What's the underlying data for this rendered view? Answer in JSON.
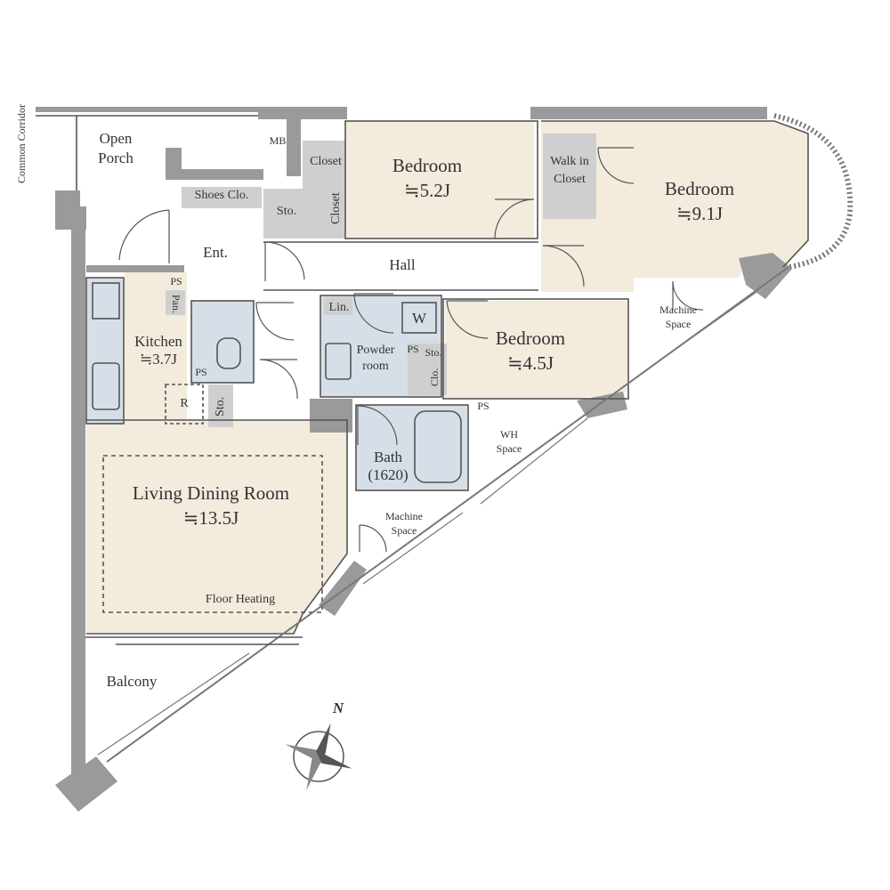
{
  "colors": {
    "wall": "#9a9a9a",
    "room_wood": "#f3ebdc",
    "room_wet": "#d6dfe8",
    "storage": "#cfcfcf",
    "outline": "#555555",
    "background": "#ffffff"
  },
  "rooms": {
    "common_corridor": "Common Corridor",
    "open_porch_line1": "Open",
    "open_porch_line2": "Porch",
    "mb": "MB",
    "closet_top": "Closet",
    "closet_side": "Closet",
    "bedroom_a_name": "Bedroom",
    "bedroom_a_size": "≒5.2J",
    "walk_in_closet_line1": "Walk in",
    "walk_in_closet_line2": "Closet",
    "bedroom_b_name": "Bedroom",
    "bedroom_b_size": "≒9.1J",
    "shoes_closet": "Shoes Clo.",
    "storage_entrance": "Sto.",
    "entrance": "Ent.",
    "hall": "Hall",
    "ps_kitchen": "PS",
    "pantry": "Pan.",
    "kitchen_name": "Kitchen",
    "kitchen_size": "≒3.7J",
    "ps_toilet": "PS",
    "linen": "Lin.",
    "washer": "W",
    "powder_room_line1": "Powder",
    "powder_room_line2": "room",
    "ps_powder": "PS",
    "storage_small": "Sto.",
    "closet_small": "Clo.",
    "bedroom_c_name": "Bedroom",
    "bedroom_c_size": "≒4.5J",
    "refrigerator": "R",
    "storage_kitchen": "Sto.",
    "machine_space_top_line1": "Machine",
    "machine_space_top_line2": "Space",
    "ps_bath": "PS",
    "wh_space_line1": "WH",
    "wh_space_line2": "Space",
    "bath_name": "Bath",
    "bath_size": "(1620)",
    "living_name": "Living Dining Room",
    "living_size": "≒13.5J",
    "machine_space_bottom_line1": "Machine",
    "machine_space_bottom_line2": "Space",
    "floor_heating": "Floor Heating",
    "balcony": "Balcony"
  },
  "compass": {
    "north_label": "N",
    "icon": "compass-rose-icon"
  }
}
